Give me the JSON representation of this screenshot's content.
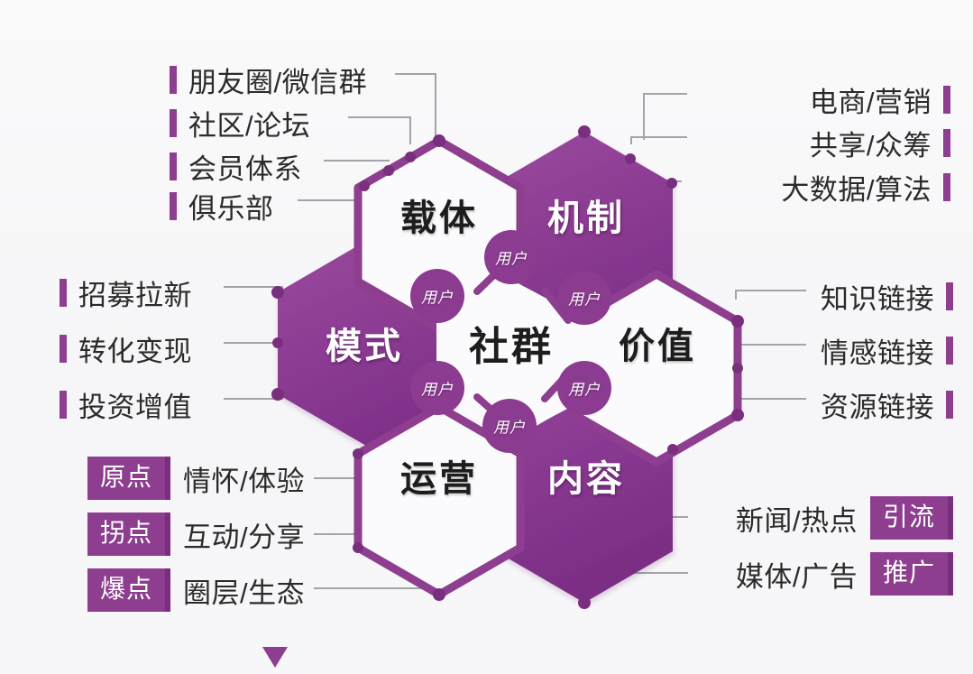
{
  "diagram": {
    "title_center": "社群",
    "hexes": [
      {
        "id": "zaiti",
        "label": "载体",
        "style": "outline"
      },
      {
        "id": "jizhi",
        "label": "机制",
        "style": "filled"
      },
      {
        "id": "moshi",
        "label": "模式",
        "style": "filled"
      },
      {
        "id": "shequn",
        "label": "社群",
        "style": "center"
      },
      {
        "id": "jiazhi",
        "label": "价值",
        "style": "outline"
      },
      {
        "id": "yunying",
        "label": "运营",
        "style": "outline"
      },
      {
        "id": "neirong",
        "label": "内容",
        "style": "filled"
      }
    ],
    "nodes": [
      {
        "id": "n1",
        "label": "用户"
      },
      {
        "id": "n2",
        "label": "用户"
      },
      {
        "id": "n3",
        "label": "用户"
      },
      {
        "id": "n4",
        "label": "用户"
      },
      {
        "id": "n5",
        "label": "用户"
      },
      {
        "id": "n6",
        "label": "用户"
      }
    ]
  },
  "groups": {
    "top_left": {
      "name": "载体",
      "items": [
        {
          "text": "朋友圈/微信群"
        },
        {
          "text": "社区/论坛"
        },
        {
          "text": "会员体系"
        },
        {
          "text": "俱乐部"
        }
      ]
    },
    "top_right": {
      "name": "机制",
      "items": [
        {
          "text": "电商/营销"
        },
        {
          "text": "共享/众筹"
        },
        {
          "text": "大数据/算法"
        }
      ]
    },
    "left": {
      "name": "模式",
      "items": [
        {
          "text": "招募拉新"
        },
        {
          "text": "转化变现"
        },
        {
          "text": "投资增值"
        }
      ]
    },
    "right": {
      "name": "价值",
      "items": [
        {
          "text": "知识链接"
        },
        {
          "text": "情感链接"
        },
        {
          "text": "资源链接"
        }
      ]
    },
    "bottom_left": {
      "name": "运营",
      "items": [
        {
          "badge": "原点",
          "text": "情怀/体验"
        },
        {
          "badge": "拐点",
          "text": "互动/分享"
        },
        {
          "badge": "爆点",
          "text": "圈层/生态"
        }
      ]
    },
    "bottom_right": {
      "name": "内容",
      "items": [
        {
          "text": "新闻/热点",
          "badge": "引流"
        },
        {
          "text": "媒体/广告",
          "badge": "推广"
        }
      ]
    }
  },
  "colors": {
    "purple": "#8d3e8f",
    "purple_dark": "#7a2f7e",
    "purple_deep": "#7e2f86",
    "line": "#9a9aa0",
    "background": "#f7f6f8",
    "text": "#2b2b2b"
  },
  "footer": {
    "scroll_marker": "▼"
  }
}
